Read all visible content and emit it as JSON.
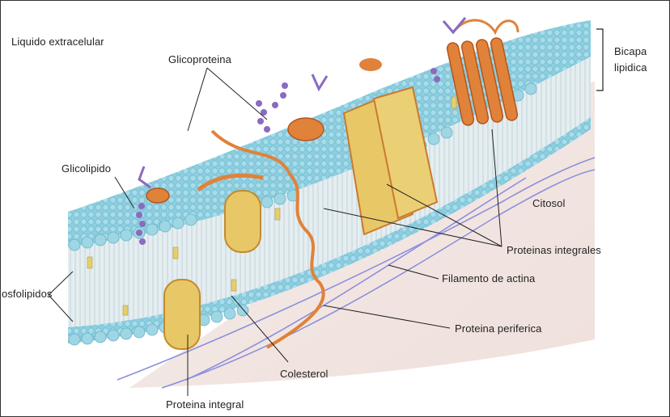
{
  "labels": {
    "extracellular": "Liquido extracelular",
    "glycoprotein": "Glicoproteina",
    "bilayer_line1": "Bicapa",
    "bilayer_line2": "lipidica",
    "glycolipid": "Glicolipido",
    "cytosol": "Citosol",
    "integral_proteins": "Proteinas integrales",
    "actin_filament": "Filamento de actina",
    "phospholipids": "osfolipidos",
    "peripheral_protein": "Proteina periferica",
    "cholesterol": "Colesterol",
    "integral_protein": "Proteina integral"
  },
  "colors": {
    "membrane_head": "#8ccfe0",
    "membrane_tail": "#d9e6ea",
    "protein_yellow": "#e8c766",
    "protein_orange": "#e0823a",
    "sugar_purple": "#8a6bc0",
    "actin_blue": "#8c8fdc",
    "cytosol": "#f3e6e2"
  }
}
